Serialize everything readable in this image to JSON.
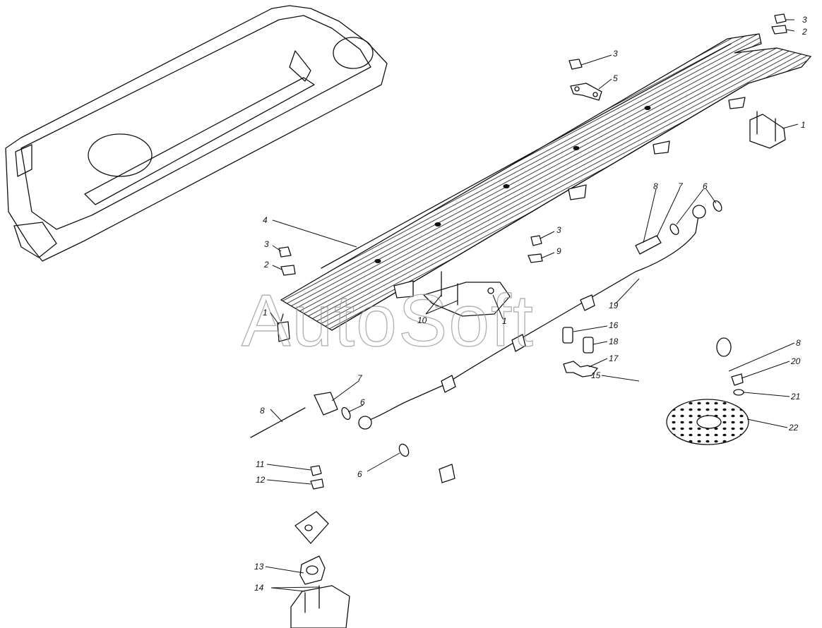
{
  "watermark": "AutoSoft",
  "callouts": [
    {
      "id": "c3a",
      "text": "3"
    },
    {
      "id": "c2a",
      "text": "2"
    },
    {
      "id": "c3b",
      "text": "3"
    },
    {
      "id": "c5",
      "text": "5"
    },
    {
      "id": "c1a",
      "text": "1"
    },
    {
      "id": "c8a",
      "text": "8"
    },
    {
      "id": "c7a",
      "text": "7"
    },
    {
      "id": "c6a",
      "text": "6"
    },
    {
      "id": "c4",
      "text": "4"
    },
    {
      "id": "c3c",
      "text": "3"
    },
    {
      "id": "c9",
      "text": "9"
    },
    {
      "id": "c3d",
      "text": "3"
    },
    {
      "id": "c2b",
      "text": "2"
    },
    {
      "id": "c1b",
      "text": "1"
    },
    {
      "id": "c10",
      "text": "10"
    },
    {
      "id": "c1c",
      "text": "1"
    },
    {
      "id": "c19",
      "text": "19"
    },
    {
      "id": "c16",
      "text": "16"
    },
    {
      "id": "c18",
      "text": "18"
    },
    {
      "id": "c17",
      "text": "17"
    },
    {
      "id": "c15",
      "text": "15"
    },
    {
      "id": "c8b",
      "text": "8"
    },
    {
      "id": "c20",
      "text": "20"
    },
    {
      "id": "c21",
      "text": "21"
    },
    {
      "id": "c22",
      "text": "22"
    },
    {
      "id": "c7b",
      "text": "7"
    },
    {
      "id": "c6b",
      "text": "6"
    },
    {
      "id": "c8c",
      "text": "8"
    },
    {
      "id": "c11",
      "text": "11"
    },
    {
      "id": "c12",
      "text": "12"
    },
    {
      "id": "c6c",
      "text": "6"
    },
    {
      "id": "c13",
      "text": "13"
    },
    {
      "id": "c14",
      "text": "14"
    }
  ]
}
